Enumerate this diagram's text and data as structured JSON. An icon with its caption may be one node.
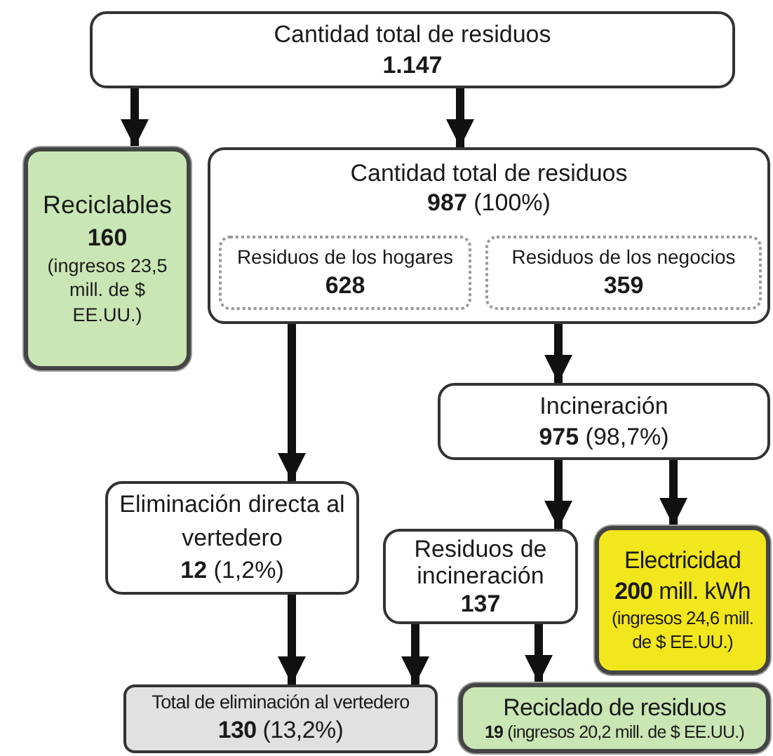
{
  "diagram": {
    "nodes": [
      {
        "text": [
          "Cantidad total de residuos",
          "**1.147**"
        ]
      },
      {
        "text": [
          "Reciclables",
          "**160**",
          "(ingresos 23,5 mill. de $ EE.UU.)"
        ]
      },
      {
        "text": [
          "Cantidad total de residuos",
          "**987** (100%)"
        ]
      },
      {
        "text": [
          "Residuos de los hogares",
          "**628**"
        ],
        "in": 2
      },
      {
        "text": [
          "Residuos de los negocios",
          "**359**"
        ],
        "in": 2
      },
      {
        "text": [
          "Incineración",
          "**975** (98,7%)"
        ]
      },
      {
        "text": [
          "Eliminación directa al vertedero",
          "**12** (1,2%)"
        ]
      },
      {
        "text": [
          "Residuos de incineración",
          "**137**"
        ]
      },
      {
        "text": [
          "Electricidad",
          "**200** mill. kWh",
          "(ingresos 24,6 mill. de $ EE.UU.)"
        ]
      },
      {
        "text": [
          "Total de eliminación al vertedero",
          "**130** (13,2%)"
        ]
      },
      {
        "text": [
          "Reciclado de residuos",
          "**19** (ingresos 20,2 mill. de $ EE.UU.)"
        ]
      }
    ],
    "edges": [
      {
        "from": 0,
        "to": 1,
        "arrow": "to"
      },
      {
        "from": 0,
        "to": 2,
        "arrow": "to"
      },
      {
        "from": 2,
        "to": 6,
        "arrow": "to"
      },
      {
        "from": 2,
        "to": 5,
        "arrow": "to"
      },
      {
        "from": 5,
        "to": 7,
        "arrow": "to"
      },
      {
        "from": 5,
        "to": 8,
        "arrow": "to"
      },
      {
        "from": 6,
        "to": 9,
        "arrow": "to"
      },
      {
        "from": 7,
        "to": 9,
        "arrow": "to"
      },
      {
        "from": 7,
        "to": 10,
        "arrow": "to"
      }
    ]
  }
}
